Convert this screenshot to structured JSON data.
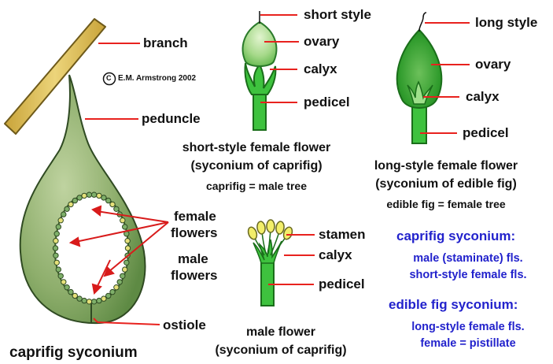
{
  "copyright": "E.M. Armstrong 2002",
  "copyright_symbol": "C",
  "syconium": {
    "labels": {
      "branch": "branch",
      "peduncle": "peduncle",
      "female_flowers": [
        "female",
        "flowers"
      ],
      "male_flowers": [
        "male",
        "flowers"
      ],
      "ostiole": "ostiole"
    },
    "caption": "caprifig syconium"
  },
  "short_style": {
    "labels": {
      "style": "short style",
      "ovary": "ovary",
      "calyx": "calyx",
      "pedicel": "pedicel"
    },
    "caption": [
      "short-style female flower",
      "(syconium of caprifig)"
    ],
    "subcaption": "caprifig = male tree"
  },
  "long_style": {
    "labels": {
      "style": "long style",
      "ovary": "ovary",
      "calyx": "calyx",
      "pedicel": "pedicel"
    },
    "caption": [
      "long-style female flower",
      "(syconium of edible fig)"
    ],
    "subcaption": "edible fig = female tree"
  },
  "male_flower": {
    "labels": {
      "stamen": "stamen",
      "calyx": "calyx",
      "pedicel": "pedicel"
    },
    "caption": [
      "male flower",
      "(syconium of caprifig)"
    ]
  },
  "notes": {
    "caprifig_heading": "caprifig syconium:",
    "caprifig_lines": [
      "male (staminate) fls.",
      "short-style female fls."
    ],
    "edible_heading": "edible fig syconium:",
    "edible_lines": [
      "long-style female fls.",
      "female = pistillate"
    ]
  },
  "colors": {
    "leader_line": "#e8221e",
    "note_text": "#2222cc",
    "branch_fill": "#e2c25a",
    "syconium_fill": "#8fb270",
    "flower_green": "#3cba3c",
    "stamen_yellow": "#f2ee6a"
  }
}
